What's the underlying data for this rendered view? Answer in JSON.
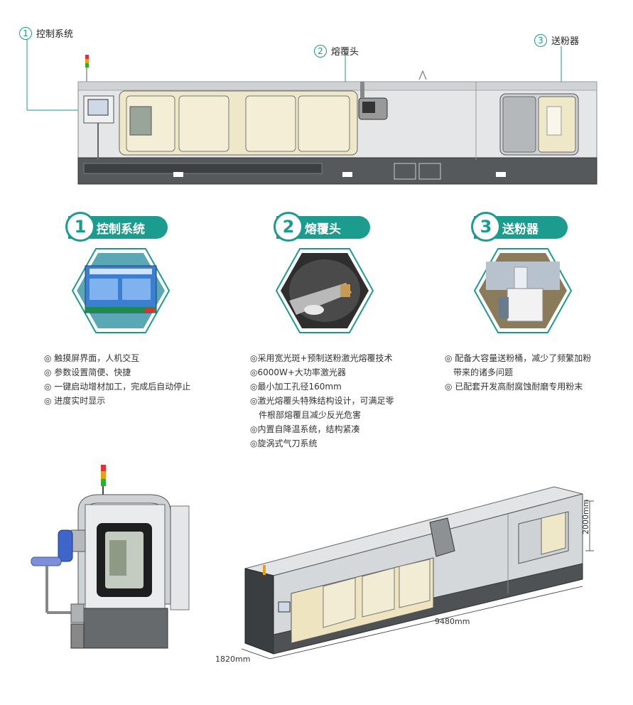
{
  "callouts": [
    {
      "num": "1",
      "label": "控制系统"
    },
    {
      "num": "2",
      "label": "熔覆头"
    },
    {
      "num": "3",
      "label": "送粉器"
    }
  ],
  "sections": [
    {
      "num": "1",
      "title": "控制系统",
      "bullets": [
        "◎ 触摸屏界面，人机交互",
        "◎ 参数设置简便、快捷",
        "◎ 一键启动增材加工，完成后自动停止",
        "◎ 进度实时显示"
      ]
    },
    {
      "num": "2",
      "title": "熔覆头",
      "bullets": [
        "◎采用宽光斑+预制送粉激光熔覆技术",
        "◎6000W+大功率激光器",
        "◎最小加工孔径160mm",
        "◎激光熔覆头特殊结构设计，可满足零",
        "　件根部熔覆且减少反光危害",
        "◎内置自降温系统，结构紧凑",
        "◎旋涡式气刀系统"
      ]
    },
    {
      "num": "3",
      "title": "送粉器",
      "bullets": [
        "◎ 配备大容量送粉桶，减少了频繁加粉",
        "　带来的诸多问题",
        "◎ 已配套开发高耐腐蚀耐磨专用粉末"
      ]
    }
  ],
  "dimensions": {
    "height": "2000mm",
    "length": "9480mm",
    "width": "1820mm"
  },
  "colors": {
    "accent": "#1c9b8f",
    "machine_gray": "#d9dcdd",
    "base_dark": "#4a4d50",
    "window_beige": "#efe8c8"
  }
}
